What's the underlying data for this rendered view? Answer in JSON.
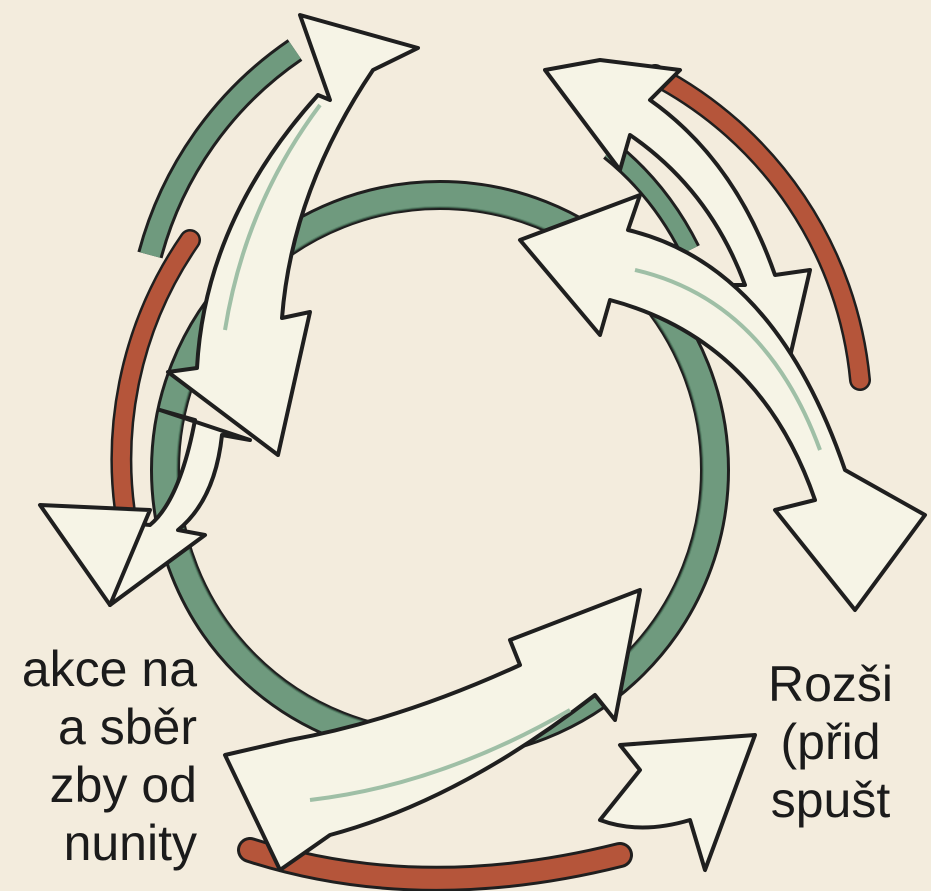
{
  "colors": {
    "background": "#f3ecdd",
    "green_ring": "#6f9a7e",
    "green_dark": "#4e7a5f",
    "red_ring": "#b5553a",
    "arrow_fill": "#f6f4e6",
    "outline": "#1f1f1f",
    "streak": "#9fbfa6"
  },
  "labels": {
    "left": [
      "akce na",
      "a sběr",
      "zby od",
      "nunity"
    ],
    "right": [
      "Rozši",
      "(přid",
      "spušt"
    ]
  }
}
